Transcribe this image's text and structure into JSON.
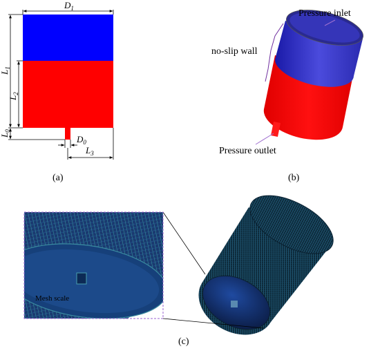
{
  "panel_a": {
    "caption": "(a)",
    "dims": {
      "D1": "D1",
      "L1": "L1",
      "L2": "L2",
      "L0": "L0",
      "D0": "D0",
      "L3": "L3"
    },
    "colors": {
      "top": "#0000ff",
      "bottom": "#ff0000"
    }
  },
  "panel_b": {
    "caption": "(b)",
    "labels": {
      "inlet": "Pressure inlet",
      "wall": "no-slip wall",
      "outlet": "Pressure outlet"
    }
  },
  "panel_c": {
    "caption": "(c)",
    "inset_label": "Mesh scale"
  }
}
